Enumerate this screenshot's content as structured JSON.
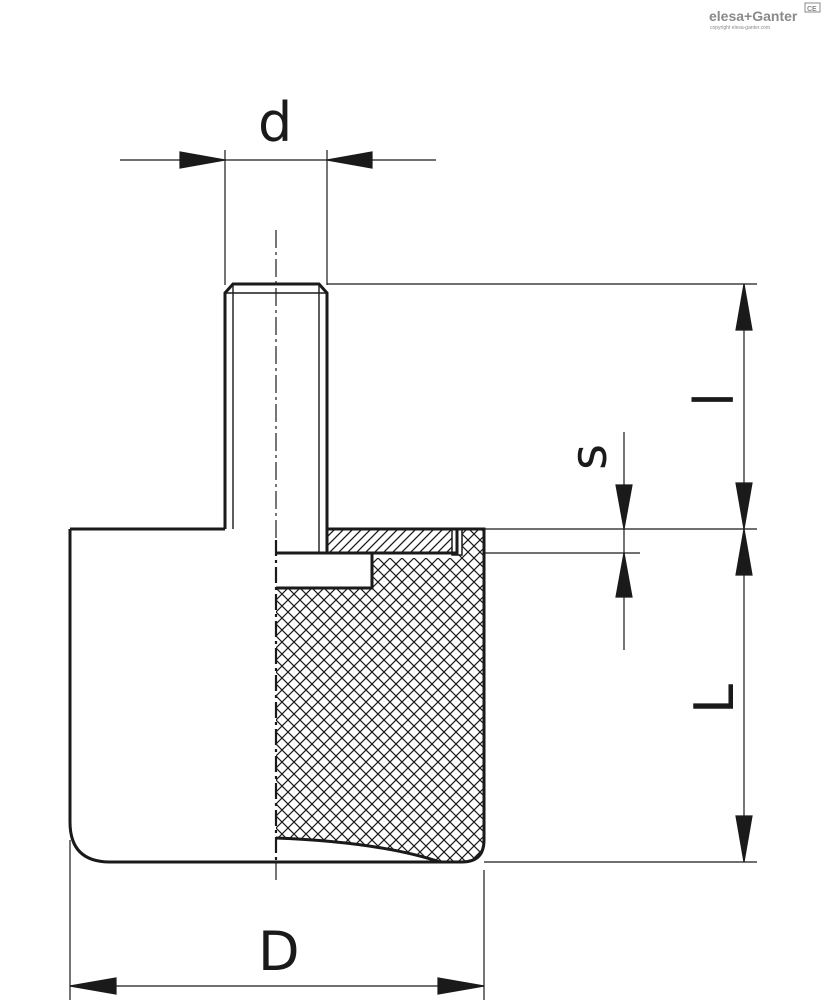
{
  "logo": {
    "brand": "elesa+Ganter",
    "copyright": "copyright elesa-ganter.com",
    "badge": "CE"
  },
  "dimensions": {
    "d": "d",
    "l": "l",
    "s": "s",
    "L": "L",
    "D": "D"
  },
  "colors": {
    "line": "#1a1a1a",
    "logo": "#8a8a8a",
    "background": "#ffffff"
  }
}
